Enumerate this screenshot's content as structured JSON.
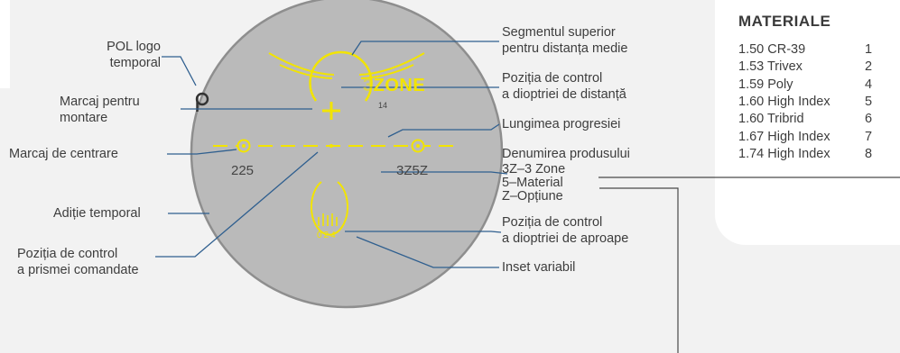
{
  "lens": {
    "brand": "ZONE",
    "brand_prefix": "3",
    "progression_length": "14",
    "addition": "225",
    "product_name": "3Z5Z",
    "inset": "024"
  },
  "labels": {
    "pol_logo": [
      "POL logo",
      "temporal"
    ],
    "mounting_mark": [
      "Marcaj pentru",
      "montare"
    ],
    "centering_mark": "Marcaj de centrare",
    "addition_temporal": "Adiție temporal",
    "prism_ref": [
      "Poziția de control",
      "a prismei comandate"
    ],
    "upper_segment": [
      "Segmentul superior",
      "pentru distanța medie"
    ],
    "distance_ref": [
      "Poziția de control",
      "a dioptriei de distanță"
    ],
    "progression": "Lungimea progresiei",
    "product_title": "Denumirea produsului",
    "product_lines": [
      "3Z–3 Zone",
      "5–Material",
      "Z–Opțiune"
    ],
    "near_ref": [
      "Poziția de control",
      "a dioptriei de aproape"
    ],
    "variable_inset": "Inset variabil"
  },
  "materials": {
    "title": "MATERIALE",
    "rows": [
      {
        "name": "1.50 CR-39",
        "code": "1"
      },
      {
        "name": "1.53 Trivex",
        "code": "2"
      },
      {
        "name": "1.59 Poly",
        "code": "4"
      },
      {
        "name": "1.60 High Index",
        "code": "5"
      },
      {
        "name": "1.60 Tribrid",
        "code": "6"
      },
      {
        "name": "1.67 High Index",
        "code": "7"
      },
      {
        "name": "1.74 High Index",
        "code": "8"
      }
    ]
  },
  "colors": {
    "lens": "#b9b9b9",
    "lens_edge": "#8e8e8e",
    "marks": "#f2e400",
    "leader": "#2f5f8f",
    "leader_dark": "#4a4a4a"
  }
}
